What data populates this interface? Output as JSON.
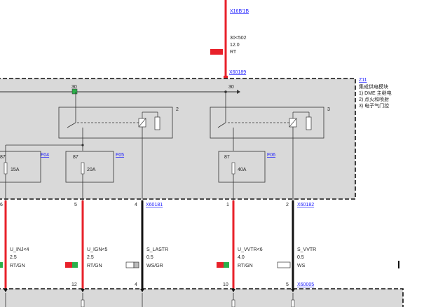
{
  "colors": {
    "red_wire": "#e8212a",
    "black_wire": "#111111",
    "green": "#2bb04a",
    "module_fill": "#d9d9d9",
    "link": "#1a1aff"
  },
  "top": {
    "connector_top": "X16B'1B",
    "wire_code": "30<502",
    "wire_size": "12.0",
    "wire_color": "RT",
    "connector_bottom": "X60189"
  },
  "module": {
    "id": "Z11",
    "lines": [
      "集成供电模块",
      "1)  DME 主继电",
      "2)  点火和喷射",
      "3)  电子气门控"
    ],
    "bus_label_left": "30",
    "bus_label_right": "30",
    "relay_left_num": "2",
    "relay_right_num": "3"
  },
  "fuses": [
    {
      "pin": "87",
      "rating": "15A",
      "link": ""
    },
    {
      "pin": "87",
      "rating": "20A",
      "link": "F05"
    },
    {
      "pin": "87",
      "rating": "40A",
      "link": "F06"
    }
  ],
  "fuse0_link": "F04",
  "pins_top": [
    "6",
    "5",
    "4",
    "1",
    "2"
  ],
  "top_connectors": [
    "X60181",
    "X60182"
  ],
  "wires": [
    {
      "name": "U_INJ<4",
      "size": "2.5",
      "color": "RT/GN"
    },
    {
      "name": "U_IGN<5",
      "size": "2.5",
      "color": "RT/GN"
    },
    {
      "name": "S_LASTR",
      "size": "0.5",
      "color": "WS/GR"
    },
    {
      "name": "U_VVTR<6",
      "size": "4.0",
      "color": "RT/GN"
    },
    {
      "name": "S_VVTR",
      "size": "0.5",
      "color": "WS"
    }
  ],
  "pins_bottom": [
    "12",
    "4",
    "10",
    "5"
  ],
  "bottom_connector": "X60005"
}
